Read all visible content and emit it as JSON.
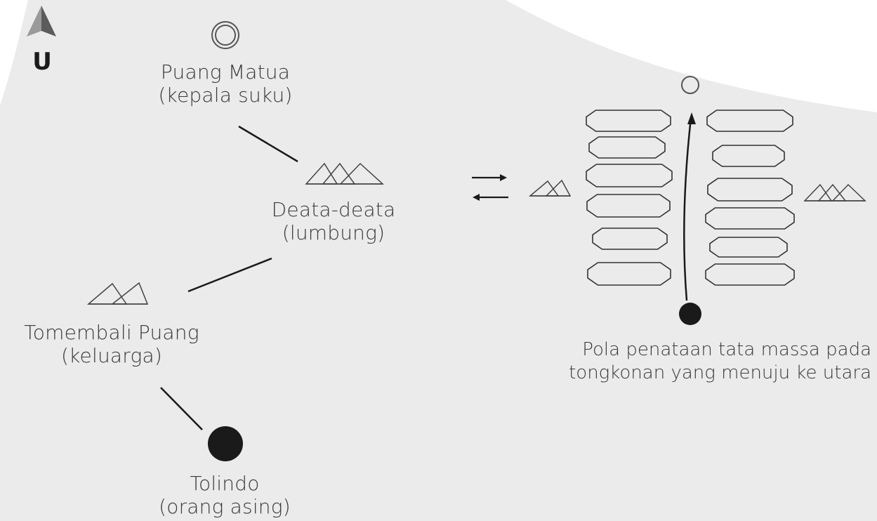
{
  "compass": {
    "letter": "U",
    "icon": "north-arrow-icon"
  },
  "nodes": {
    "puang_matua": {
      "name": "Puang Matua",
      "role": "(kepala suku)",
      "icon": "double-circle-icon"
    },
    "deata": {
      "name": "Deata-deata",
      "role": "(lumbung)",
      "icon": "triple-roof-icon"
    },
    "tomembali": {
      "name": "Tomembali Puang",
      "role": "(keluarga)",
      "icon": "double-roof-icon"
    },
    "tolindo": {
      "name": "Tolindo",
      "role": "(orang asing)",
      "icon": "filled-circle-icon"
    }
  },
  "layout_plan": {
    "caption_line1": "Pola penataan tata massa pada",
    "caption_line2": "tongkonan yang menuju ke utara",
    "left_rows": 6,
    "right_rows": 6
  },
  "colors": {
    "background_shape": "#ebebeb",
    "line": "#1a1a1a",
    "text": "#3a3a3a"
  }
}
